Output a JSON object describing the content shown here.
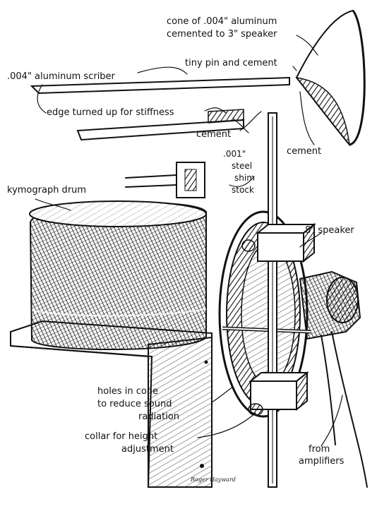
{
  "labels": {
    "cone_line1": "cone of .004\" aluminum",
    "cone_line2": "cemented to 3\" speaker",
    "pin": "tiny pin and cement",
    "scriber": ".004\" aluminum scriber",
    "edge": "edge turned up for stiffness",
    "cement_mid": "cement",
    "cement_right": "cement",
    "shim_line1": ".001\"",
    "shim_line2": "steel",
    "shim_line3": "shim",
    "shim_line4": "stock",
    "drum": "kymograph drum",
    "speaker8": "8\" speaker",
    "holes_line1": "holes in cone",
    "holes_line2": "to reduce sound",
    "holes_line3": "radiation",
    "collar_line1": "collar for height",
    "collar_line2": "adjustment",
    "from_line1": "from",
    "from_line2": "amplifiers"
  },
  "signature": "Roger Hayward"
}
